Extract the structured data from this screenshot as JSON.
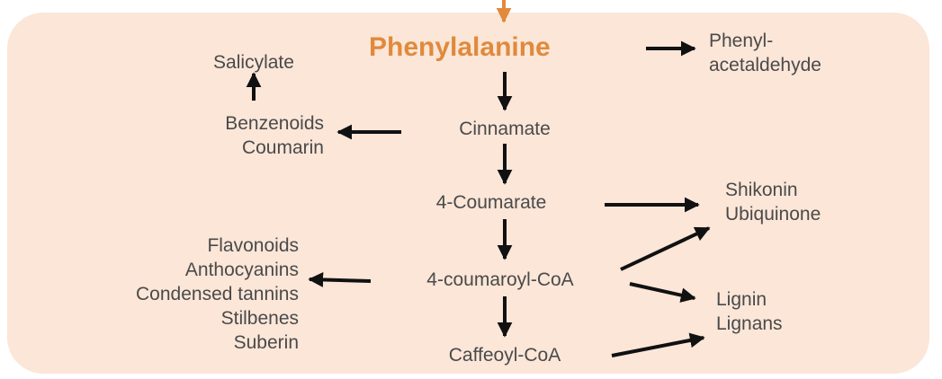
{
  "colors": {
    "background": "#fbe6d8",
    "accent": "#e08a3c",
    "text": "#4a4a4a",
    "arrow": "#111111"
  },
  "nodes": {
    "phenylalanine": "Phenylalanine",
    "phenylacetaldehyde": [
      "Phenyl-",
      "acetaldehyde"
    ],
    "salicylate": "Salicylate",
    "benzenoids_coumarin": [
      "Benzenoids",
      "Coumarin"
    ],
    "cinnamate": "Cinnamate",
    "coumarate": "4-Coumarate",
    "shikonin_ubiquinone": [
      "Shikonin",
      "Ubiquinone"
    ],
    "flavonoid_group": [
      "Flavonoids",
      "Anthocyanins",
      "Condensed tannins",
      "Stilbenes",
      "Suberin"
    ],
    "coumaroyl_coa": "4-coumaroyl-CoA",
    "lignin_lignans": [
      "Lignin",
      "Lignans"
    ],
    "caffeoyl_coa": "Caffeoyl-CoA"
  }
}
